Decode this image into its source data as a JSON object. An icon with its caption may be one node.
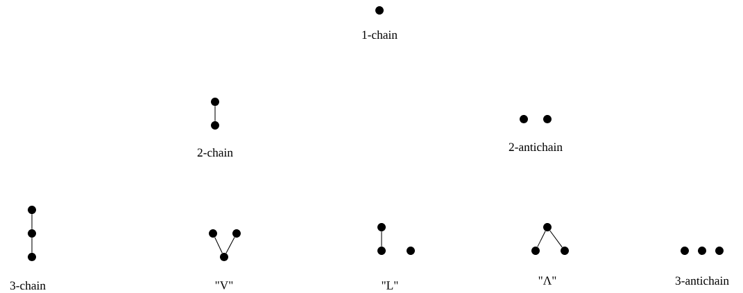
{
  "diagram": {
    "nodes": [
      {
        "text": [],
        "shape": "circle"
      },
      {
        "text": [],
        "shape": "circle"
      },
      {
        "text": [],
        "shape": "circle"
      },
      {
        "text": [],
        "shape": "circle"
      },
      {
        "text": [],
        "shape": "circle"
      },
      {
        "text": [],
        "shape": "circle"
      },
      {
        "text": [],
        "shape": "circle"
      },
      {
        "text": [],
        "shape": "circle"
      },
      {
        "text": [],
        "shape": "circle"
      },
      {
        "text": [],
        "shape": "circle"
      },
      {
        "text": [],
        "shape": "circle"
      },
      {
        "text": [],
        "shape": "circle"
      },
      {
        "text": [],
        "shape": "circle"
      },
      {
        "text": [],
        "shape": "circle"
      },
      {
        "text": [],
        "shape": "circle"
      },
      {
        "text": [],
        "shape": "circle"
      },
      {
        "text": [],
        "shape": "circle"
      },
      {
        "text": [],
        "shape": "circle"
      },
      {
        "text": [],
        "shape": "circle"
      },
      {
        "text": [],
        "shape": "circle"
      }
    ],
    "edges": [
      {
        "from": 1,
        "to": 2,
        "arrow": "none"
      },
      {
        "from": 5,
        "to": 6,
        "arrow": "none"
      },
      {
        "from": 6,
        "to": 7,
        "arrow": "none"
      },
      {
        "from": 8,
        "to": 10,
        "arrow": "none"
      },
      {
        "from": 9,
        "to": 10,
        "arrow": "none"
      },
      {
        "from": 11,
        "to": 12,
        "arrow": "none"
      },
      {
        "from": 14,
        "to": 15,
        "arrow": "none"
      },
      {
        "from": 14,
        "to": 16,
        "arrow": "none"
      }
    ],
    "labels": [
      "1-chain",
      "2-chain",
      "2-antichain",
      "3-chain",
      "\"V\"",
      "\"L\"",
      "\"Λ\"",
      "3-antichain"
    ]
  }
}
